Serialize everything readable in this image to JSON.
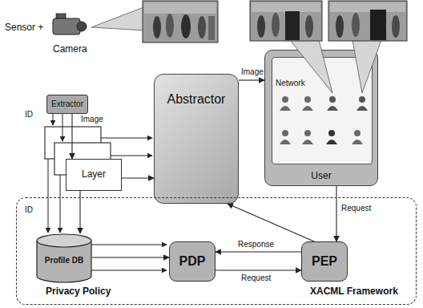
{
  "diagram": {
    "nodes": [
      {
        "text": [
          "Extractor"
        ]
      },
      {
        "text": [
          "Layer"
        ]
      },
      {
        "text": [
          "Abstractor"
        ]
      },
      {
        "text": [
          "User"
        ]
      },
      {
        "text": [
          "Network"
        ],
        "in": 3
      },
      {
        "text": [
          "Privacy Policy",
          "XACML Framework"
        ]
      },
      {
        "text": [
          "Profile DB"
        ],
        "in": 5
      },
      {
        "text": [
          "PDP"
        ],
        "in": 5
      },
      {
        "text": [
          "PEP"
        ],
        "in": 5
      }
    ],
    "edges": [
      {
        "from": 0,
        "to": 1,
        "arrow": "to",
        "label": "ID"
      },
      {
        "from": 1,
        "to": 2,
        "arrow": "to",
        "label": "Image"
      },
      {
        "from": 2,
        "to": 3,
        "arrow": "to",
        "label": "Image"
      },
      {
        "from": 3,
        "to": 8,
        "arrow": "to",
        "label": "Request"
      },
      {
        "from": 8,
        "to": 2,
        "arrow": "to"
      },
      {
        "from": 1,
        "to": 6,
        "arrow": "to",
        "label": "ID"
      },
      {
        "from": 6,
        "to": 7,
        "arrow": "to"
      },
      {
        "from": 8,
        "to": 7,
        "arrow": "to",
        "label": "Response"
      },
      {
        "from": 7,
        "to": 8,
        "arrow": "to",
        "label": "Request"
      }
    ],
    "labels": [
      "Sensor +",
      "Camera"
    ]
  }
}
